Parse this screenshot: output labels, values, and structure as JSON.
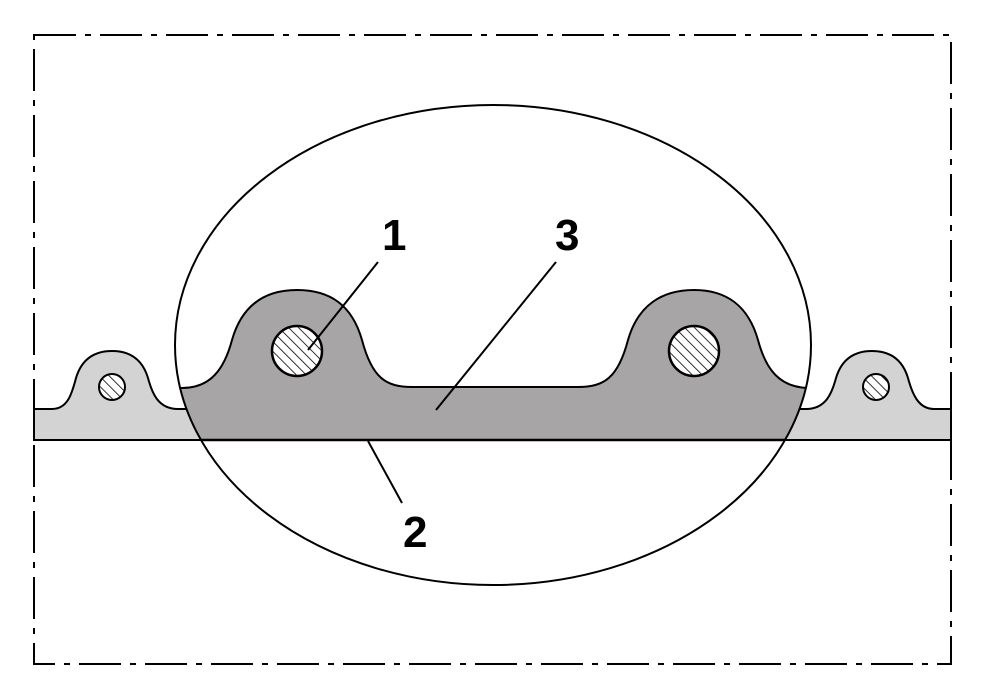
{
  "colors": {
    "background": "#ffffff",
    "outline": "#000000",
    "profile_dark": "#a7a5a6",
    "profile_light": "#d4d3d4",
    "wire_fill": "#ffffff"
  },
  "callouts": [
    {
      "id": "1",
      "label": "1"
    },
    {
      "id": "2",
      "label": "2"
    },
    {
      "id": "3",
      "label": "3"
    }
  ]
}
